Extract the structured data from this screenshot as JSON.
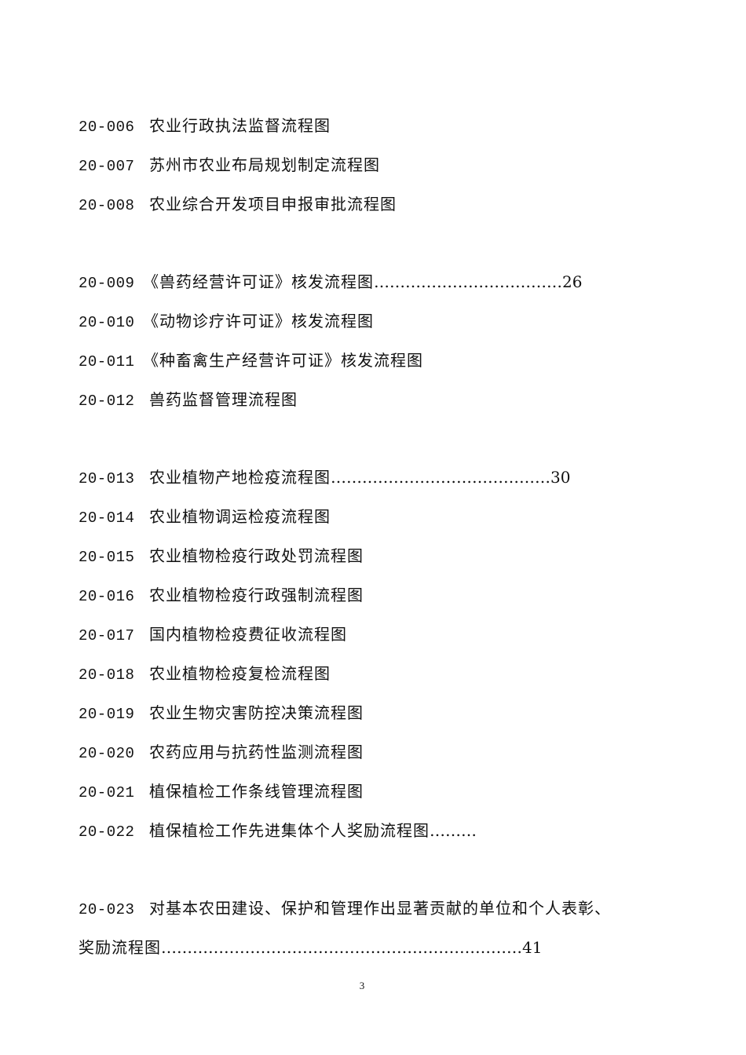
{
  "entries": [
    {
      "code": "20-006",
      "title": "农业行政执法监督流程图",
      "dots": "",
      "page": ""
    },
    {
      "code": "20-007",
      "title": "苏州市农业布局规划制定流程图",
      "dots": "",
      "page": ""
    },
    {
      "code": "20-008",
      "title": "农业综合开发项目申报审批流程图",
      "dots": "",
      "page": ""
    },
    {
      "code": "20-009",
      "title": "《兽药经营许可证》核发流程图",
      "dots": "………………………………",
      "page": "26"
    },
    {
      "code": "20-010",
      "title": "《动物诊疗许可证》核发流程图",
      "dots": "",
      "page": ""
    },
    {
      "code": "20-011",
      "title": "《种畜禽生产经营许可证》核发流程图",
      "dots": "",
      "page": ""
    },
    {
      "code": "20-012",
      "title": "兽药监督管理流程图",
      "dots": "",
      "page": ""
    },
    {
      "code": "20-013",
      "title": "农业植物产地检疫流程图",
      "dots": "……………………………………",
      "page": "30"
    },
    {
      "code": "20-014",
      "title": "农业植物调运检疫流程图",
      "dots": "",
      "page": ""
    },
    {
      "code": "20-015",
      "title": "农业植物检疫行政处罚流程图",
      "dots": "",
      "page": ""
    },
    {
      "code": "20-016",
      "title": "农业植物检疫行政强制流程图",
      "dots": "",
      "page": ""
    },
    {
      "code": "20-017",
      "title": "国内植物检疫费征收流程图",
      "dots": "",
      "page": ""
    },
    {
      "code": "20-018",
      "title": "农业植物检疫复检流程图",
      "dots": "",
      "page": ""
    },
    {
      "code": "20-019",
      "title": "农业生物灾害防控决策流程图",
      "dots": "",
      "page": ""
    },
    {
      "code": "20-020",
      "title": "农药应用与抗药性监测流程图",
      "dots": "",
      "page": ""
    },
    {
      "code": "20-021",
      "title": "植保植检工作条线管理流程图",
      "dots": "",
      "page": ""
    },
    {
      "code": "20-022",
      "title": "植保植检工作先进集体个人奖励流程图",
      "dots": "………",
      "page": ""
    },
    {
      "code": "20-023",
      "title": "对基本农田建设、保护和管理作出显著贡献的单位和个人表彰、",
      "dots": "",
      "page": ""
    }
  ],
  "continuation": {
    "title": "奖励流程图",
    "dots": "……………………………………………………………",
    "page": "41"
  },
  "page_number": "3"
}
